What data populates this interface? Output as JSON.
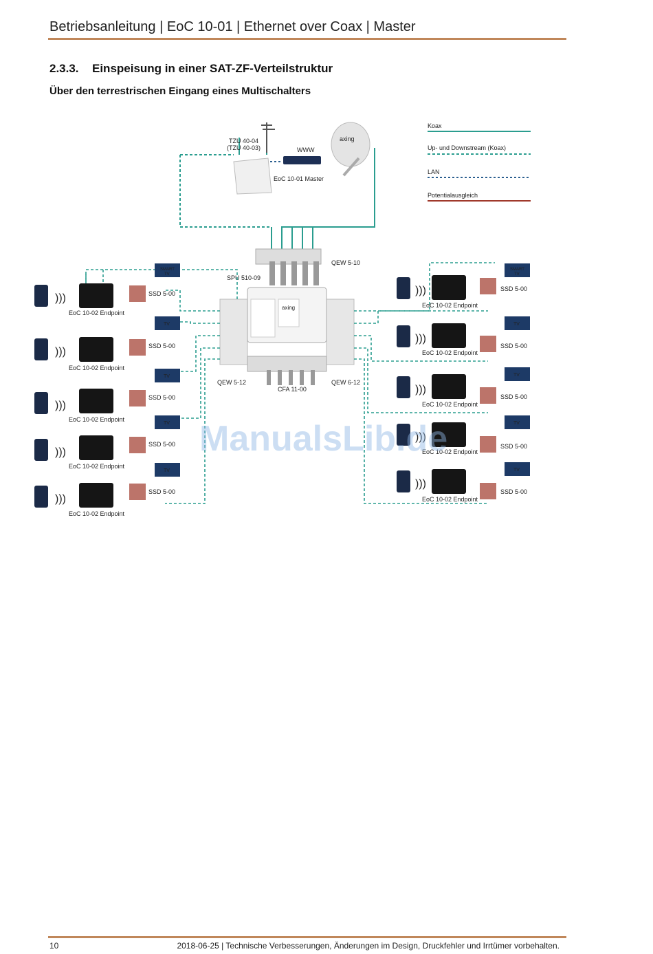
{
  "header": {
    "title": "Betriebsanleitung | EoC 10-01 | Ethernet over Coax | Master"
  },
  "section": {
    "number": "2.3.3.",
    "title": "Einspeisung in einer SAT-ZF-Verteilstruktur"
  },
  "subheading": "Über den terrestrischen Eingang eines Multischalters",
  "legend": {
    "items": [
      {
        "label": "Koax",
        "color": "#2a9d8f",
        "style": "solid"
      },
      {
        "label": "Up- und Downstream (Koax)",
        "color": "#2a9d8f",
        "style": "dashed"
      },
      {
        "label": "LAN",
        "color": "#2b5f8f",
        "style": "dashed"
      },
      {
        "label": "Potentialausgleich",
        "color": "#a0392b",
        "style": "solid"
      }
    ]
  },
  "diagram_labels": {
    "tzu_a": "TZU 40-04",
    "tzu_b": "(TZU 40-03)",
    "www": "WWW",
    "master": "EoC 10-01 Master",
    "satellite_brand": "axing",
    "switch_brand": "axing",
    "qew_top": "QEW 5-10",
    "spu": "SPU 510-09",
    "qew_left": "QEW 5-12",
    "qew_right": "QEW 6-12",
    "cfa": "CFA 11-00",
    "endpoint": "EoC 10-02 Endpoint",
    "ssd": "SSD 5-00",
    "tv": "TV",
    "smart_tv_1": "SMART",
    "smart_tv_2": "TV"
  },
  "watermark": "ManualsLib.de",
  "footer": {
    "page": "10",
    "note": "2018-06-25 | Technische Verbesserungen, Änderungen im Design, Druckfehler und Irrtümer vorbehalten."
  }
}
